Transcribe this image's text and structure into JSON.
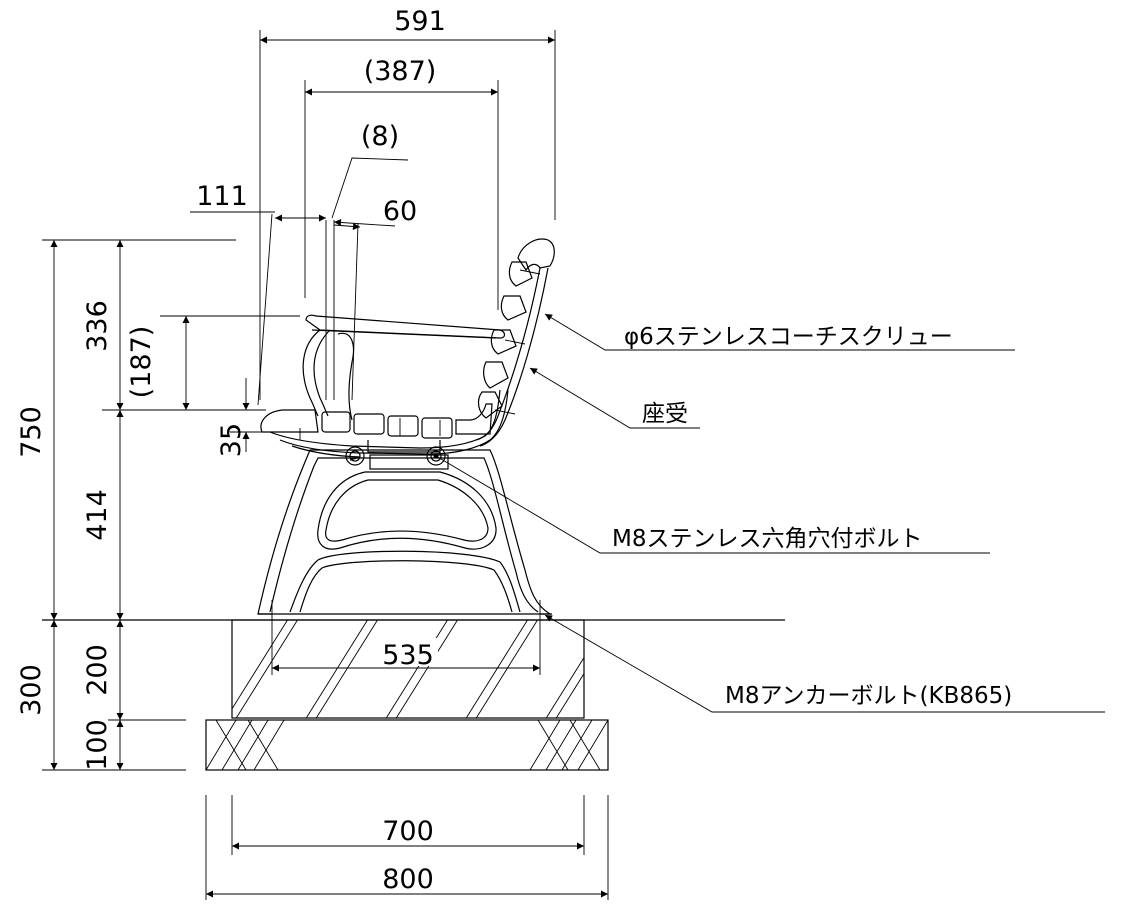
{
  "dimensions": {
    "overall_depth": "591",
    "arm_span": "(387)",
    "back_thickness": "(8)",
    "back_offset": "111",
    "back_width": "60",
    "overall_height": "750",
    "back_height": "336",
    "arm_height": "(187)",
    "seat_thickness": "35",
    "seat_height": "414",
    "foundation_total": "300",
    "foundation_upper": "200",
    "foundation_lower": "100",
    "anchor_span": "535",
    "foundation_upper_width": "700",
    "foundation_lower_width": "800"
  },
  "callouts": {
    "coach_screw": "φ6ステンレスコーチスクリュー",
    "seat_support": "座受",
    "hex_bolt": "M8ステンレス六角穴付ボルト",
    "anchor_bolt": "M8アンカーボルト(KB865)"
  }
}
